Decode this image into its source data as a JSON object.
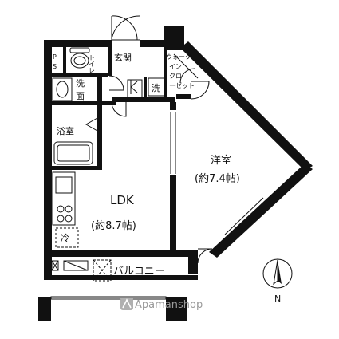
{
  "rooms": {
    "ps": "PS",
    "toilet": "トイレ",
    "entrance": "玄関",
    "wash_face": "洗面",
    "wash_machine": "洗",
    "closet": "ウォークインクローゼット",
    "bath": "浴室",
    "ldk": "LDK",
    "ldk_area": "(約8.7帖)",
    "western": "洋室",
    "western_area": "(約7.4帖)",
    "fridge": "冷",
    "balcony": "バルコニー"
  },
  "compass": {
    "north": "N"
  },
  "watermark": {
    "brand": "Apamanshop"
  }
}
